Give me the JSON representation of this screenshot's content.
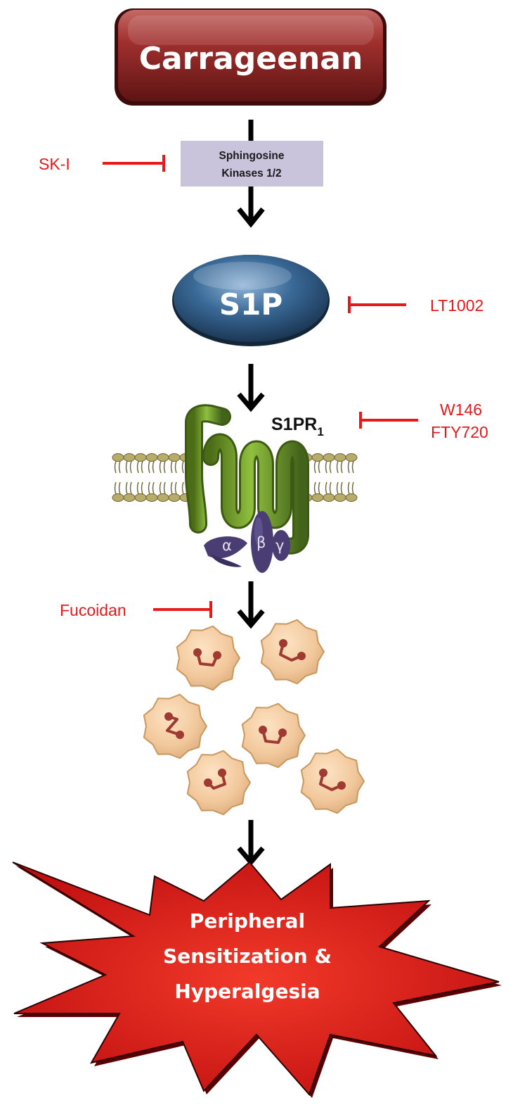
{
  "stimulus": {
    "label": "Carrageenan",
    "color": "#8b2323"
  },
  "enzyme": {
    "line1": "Sphingosine",
    "line2": "Kinases 1/2",
    "color": "#c9c3dc"
  },
  "lipid": {
    "label": "S1P",
    "color": "#2f5a86"
  },
  "receptor": {
    "label": "S1PR",
    "subscript": "1",
    "helix_color": "#6f9a2c",
    "membrane_color": "#b8ac6a"
  },
  "g_protein": {
    "alpha": "α",
    "beta": "β",
    "gamma": "γ",
    "color": "#4a3d74"
  },
  "cells": {
    "color": "#f2c89c",
    "granule_color": "#9e3a32"
  },
  "outcome": {
    "line1": "Peripheral",
    "line2": "Sensitization &",
    "line3": "Hyperalgesia",
    "color": "#dd1a1a"
  },
  "inhibitors": {
    "sk_i": "SK-I",
    "lt1002": "LT1002",
    "w146": "W146",
    "fty720": "FTY720",
    "fucoidan": "Fucoidan",
    "color": "#e8191b"
  }
}
